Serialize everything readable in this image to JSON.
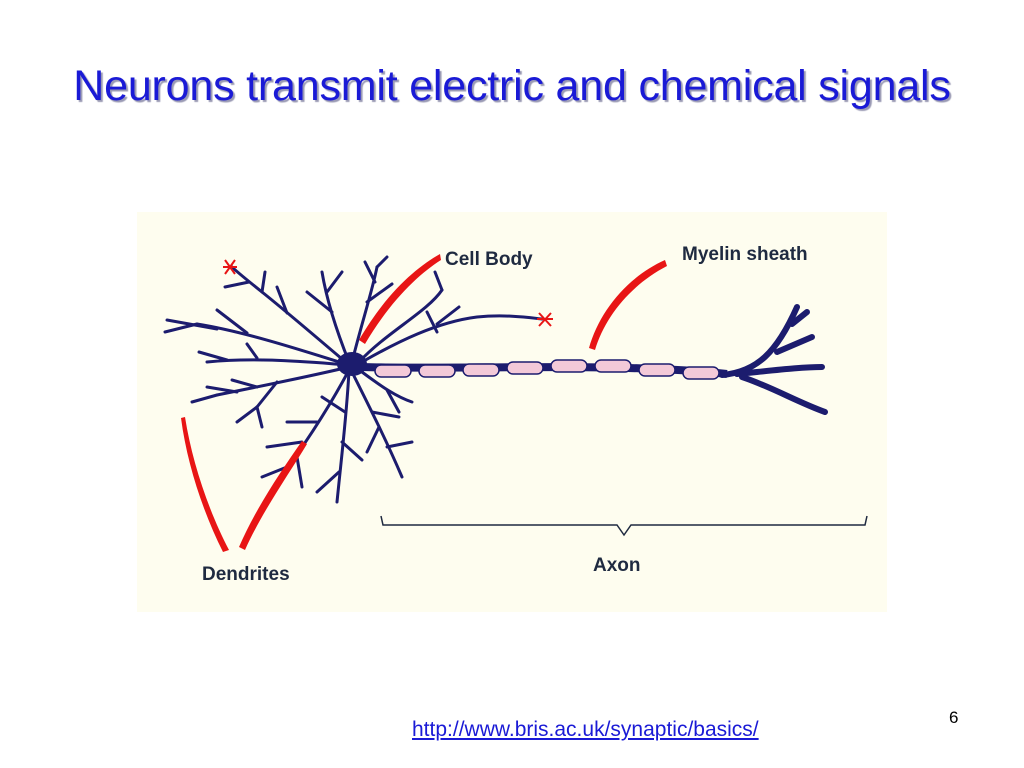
{
  "slide": {
    "title": "Neurons transmit electric and chemical signals",
    "page_number": "6",
    "source_url": "http://www.bris.ac.uk/synaptic/basics/"
  },
  "diagram": {
    "labels": {
      "cell_body": "Cell Body",
      "myelin_sheath": "Myelin sheath",
      "dendrites": "Dendrites",
      "axon": "Axon"
    },
    "colors": {
      "neuron": "#1c1c6e",
      "myelin": "#f3c9d8",
      "pointer": "#e81515",
      "background": "#fefdef",
      "title": "#1a1ad6"
    }
  }
}
